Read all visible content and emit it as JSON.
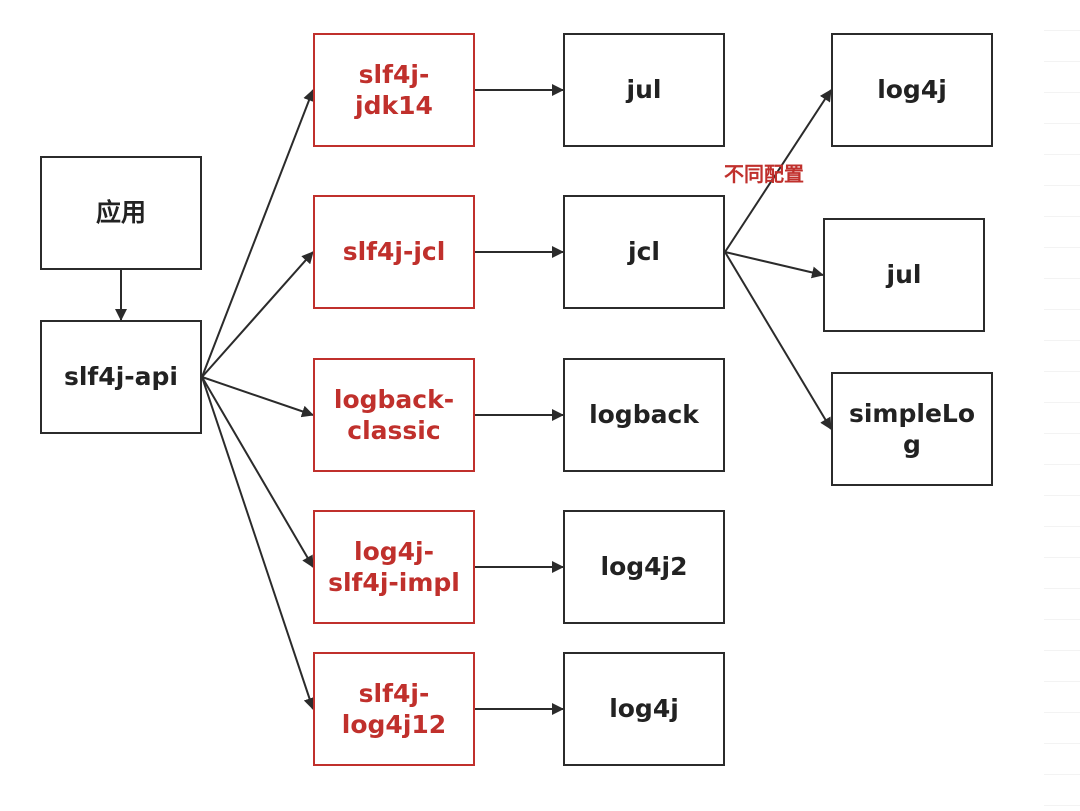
{
  "nodes": {
    "app": "应用",
    "slf4j_api": "slf4j-api",
    "slf4j_jdk14": "slf4j-\njdk14",
    "slf4j_jcl": "slf4j-jcl",
    "logback_classic": "logback-\nclassic",
    "log4j_slf4j_impl": "log4j-\nslf4j-impl",
    "slf4j_log4j12": "slf4j-\nlog4j12",
    "jul_1": "jul",
    "jcl": "jcl",
    "logback": "logback",
    "log4j2": "log4j2",
    "log4j_1": "log4j",
    "log4j_2": "log4j",
    "jul_2": "jul",
    "simplelog": "simpleLo\ng"
  },
  "edge_label": "不同配置",
  "colors": {
    "adapter": "#c0302c",
    "default": "#2b2b2b"
  },
  "edges": [
    [
      "app",
      "slf4j_api"
    ],
    [
      "slf4j_api",
      "slf4j_jdk14"
    ],
    [
      "slf4j_api",
      "slf4j_jcl"
    ],
    [
      "slf4j_api",
      "logback_classic"
    ],
    [
      "slf4j_api",
      "log4j_slf4j_impl"
    ],
    [
      "slf4j_api",
      "slf4j_log4j12"
    ],
    [
      "slf4j_jdk14",
      "jul_1"
    ],
    [
      "slf4j_jcl",
      "jcl"
    ],
    [
      "logback_classic",
      "logback"
    ],
    [
      "log4j_slf4j_impl",
      "log4j2"
    ],
    [
      "slf4j_log4j12",
      "log4j_1"
    ],
    [
      "jcl",
      "log4j_2"
    ],
    [
      "jcl",
      "jul_2"
    ],
    [
      "jcl",
      "simplelog"
    ]
  ]
}
